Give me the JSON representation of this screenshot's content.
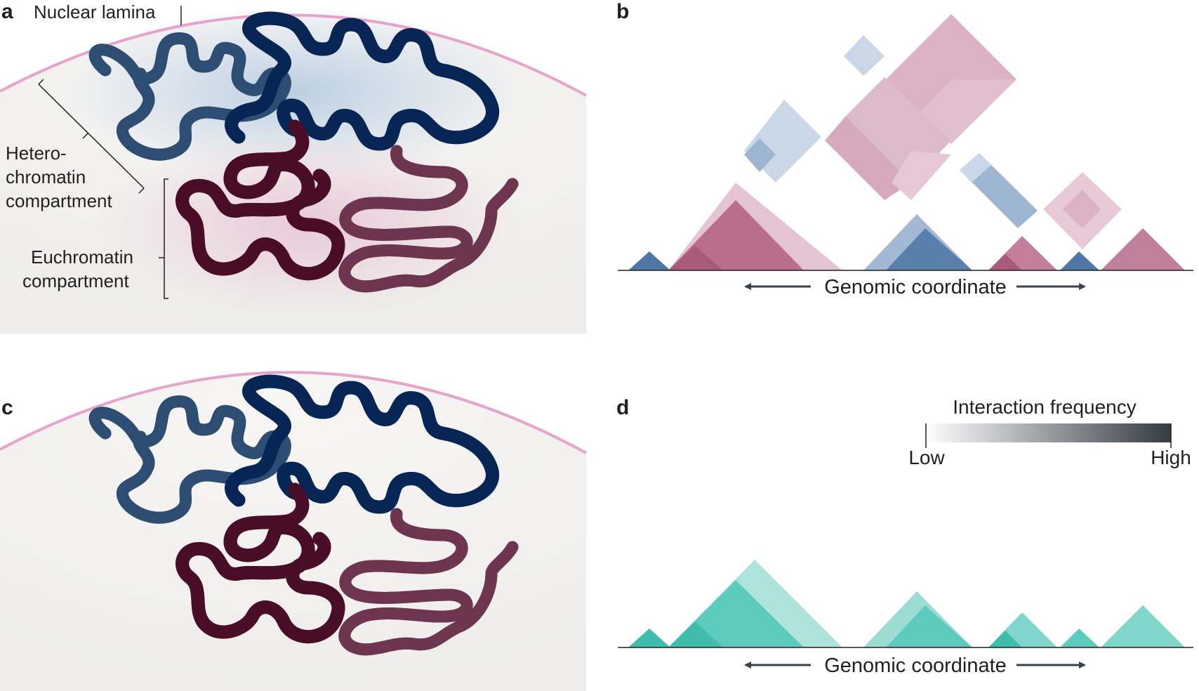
{
  "panels": {
    "a": {
      "letter": "a",
      "nuclear_lamina": "Nuclear lamina",
      "hetero_line1": "Hetero-",
      "hetero_line2": "chromatin",
      "hetero_line3": "compartment",
      "eu_line1": "Euchromatin",
      "eu_line2": "compartment"
    },
    "b": {
      "letter": "b",
      "axis_label": "Genomic coordinate"
    },
    "c": {
      "letter": "c"
    },
    "d": {
      "letter": "d",
      "axis_label": "Genomic coordinate",
      "legend_title": "Interaction frequency",
      "legend_low": "Low",
      "legend_high": "High"
    }
  },
  "colors": {
    "lamina": "#e7a3cb",
    "heterochromatin_light": "#6f95c2",
    "heterochromatin_dark": "#123f86",
    "euchromatin_dark": "#8d1a4a",
    "euchromatin_light": "#c67f9c",
    "teal_dark": "#22a897",
    "teal_mid": "#5cccbd",
    "teal_light": "#a9e2da",
    "pink_map": "#b96e8c",
    "blue_map": "#5b7fab",
    "legend_dark": "#353b42"
  }
}
